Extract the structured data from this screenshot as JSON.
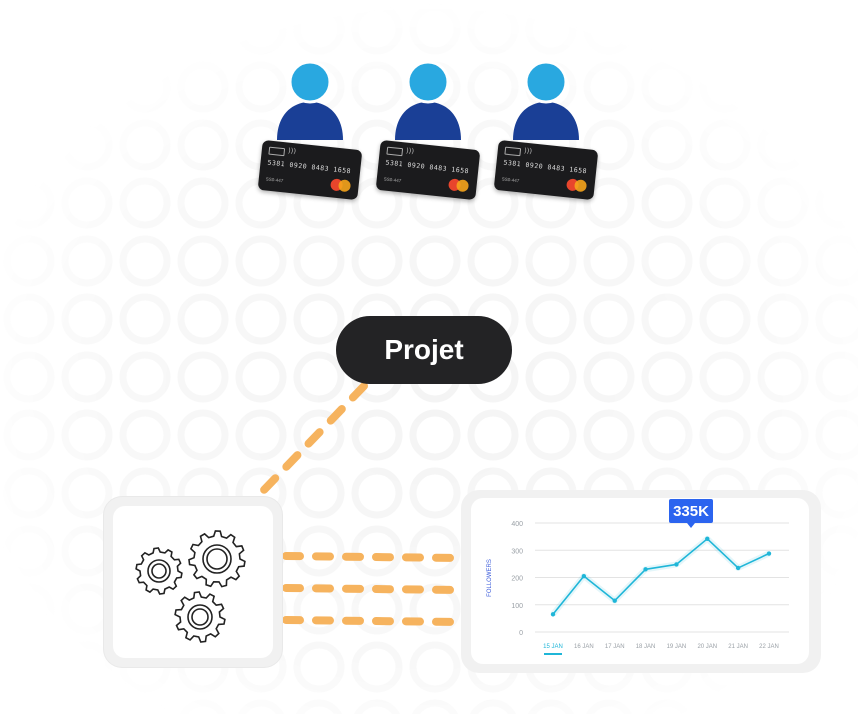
{
  "users": [
    {
      "card": {
        "number": "5381 0920 8483 1658",
        "cvv": "SS0-447"
      }
    },
    {
      "card": {
        "number": "5381 0920 8483 1658",
        "cvv": "SS0-447"
      }
    },
    {
      "card": {
        "number": "5381 0920 8483 1658",
        "cvv": "SS0-447"
      }
    }
  ],
  "project_label": "Projet",
  "colors": {
    "user_head": "#29a8e0",
    "user_body": "#1a3f96",
    "connector": "#f6b35e",
    "line": "#1fb6d8",
    "badge": "#2b64ef"
  },
  "icons": {
    "settings": "gears-icon",
    "user": "user-icon"
  },
  "chart_data": {
    "type": "line",
    "x": [
      "15 JAN",
      "16 JAN",
      "17 JAN",
      "18 JAN",
      "19 JAN",
      "20 JAN",
      "21 JAN",
      "22 JAN"
    ],
    "values": [
      65,
      205,
      115,
      230,
      248,
      342,
      235,
      288
    ],
    "ylabel": "FOLLOWERS",
    "yticks": [
      0,
      100,
      200,
      300,
      400
    ],
    "ylim": [
      0,
      400
    ],
    "grid": true,
    "highlight": {
      "label": "335K"
    }
  }
}
